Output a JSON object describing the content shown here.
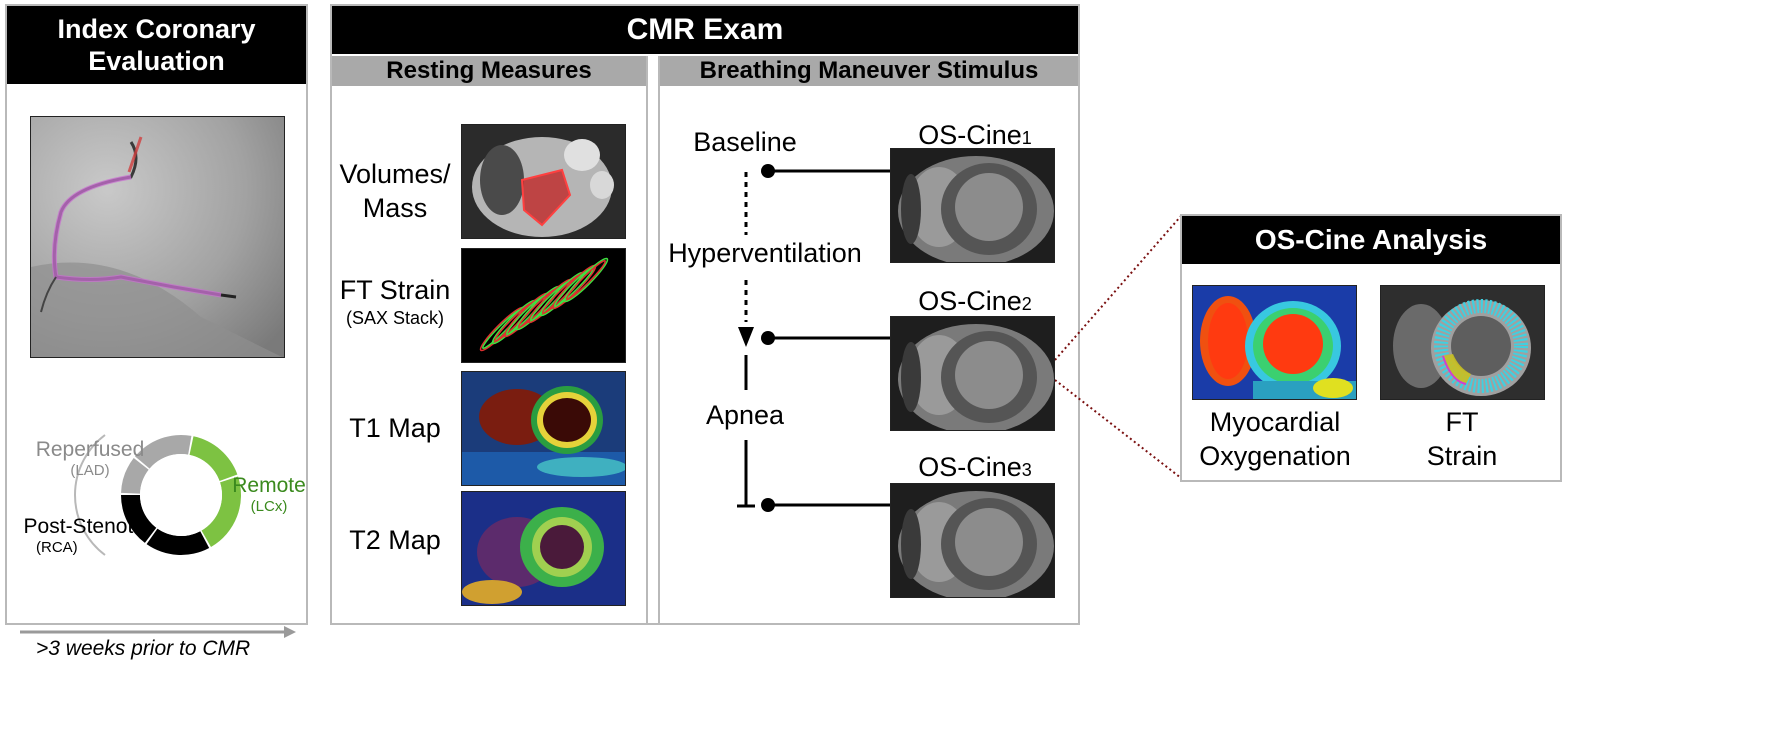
{
  "left_panel": {
    "title_line1": "Index Coronary",
    "title_line2": "Evaluation",
    "donut": {
      "reperfused": "Reperfused",
      "reperfused_artery": "(LAD)",
      "remote": "Remote",
      "remote_artery": "(LCx)",
      "post_stenotic": "Post-Stenotic",
      "post_stenotic_artery": "(RCA)",
      "colors": {
        "reperfused": "#a8a8a8",
        "remote": "#7dc242",
        "post_stenotic": "#000000",
        "remote_text": "#3b8a1e",
        "reperfused_text": "#8a8a8a"
      }
    },
    "timeline": ">3 weeks prior to CMR"
  },
  "cmr": {
    "title": "CMR Exam",
    "resting": {
      "title": "Resting Measures",
      "items": [
        {
          "label1": "Volumes/",
          "label2": "Mass"
        },
        {
          "label1": "FT Strain",
          "label2": "(SAX Stack)"
        },
        {
          "label1": "T1 Map"
        },
        {
          "label1": "T2 Map"
        }
      ]
    },
    "breathing": {
      "title": "Breathing Maneuver Stimulus",
      "steps": [
        "Baseline",
        "Hyperventilation",
        "Apnea"
      ],
      "cines": [
        {
          "name": "OS-Cine",
          "sub": "1"
        },
        {
          "name": "OS-Cine",
          "sub": "2"
        },
        {
          "name": "OS-Cine",
          "sub": "3"
        }
      ]
    }
  },
  "analysis": {
    "title": "OS-Cine Analysis",
    "items": [
      {
        "label1": "Myocardial",
        "label2": "Oxygenation"
      },
      {
        "label1": "FT",
        "label2": "Strain"
      }
    ]
  }
}
